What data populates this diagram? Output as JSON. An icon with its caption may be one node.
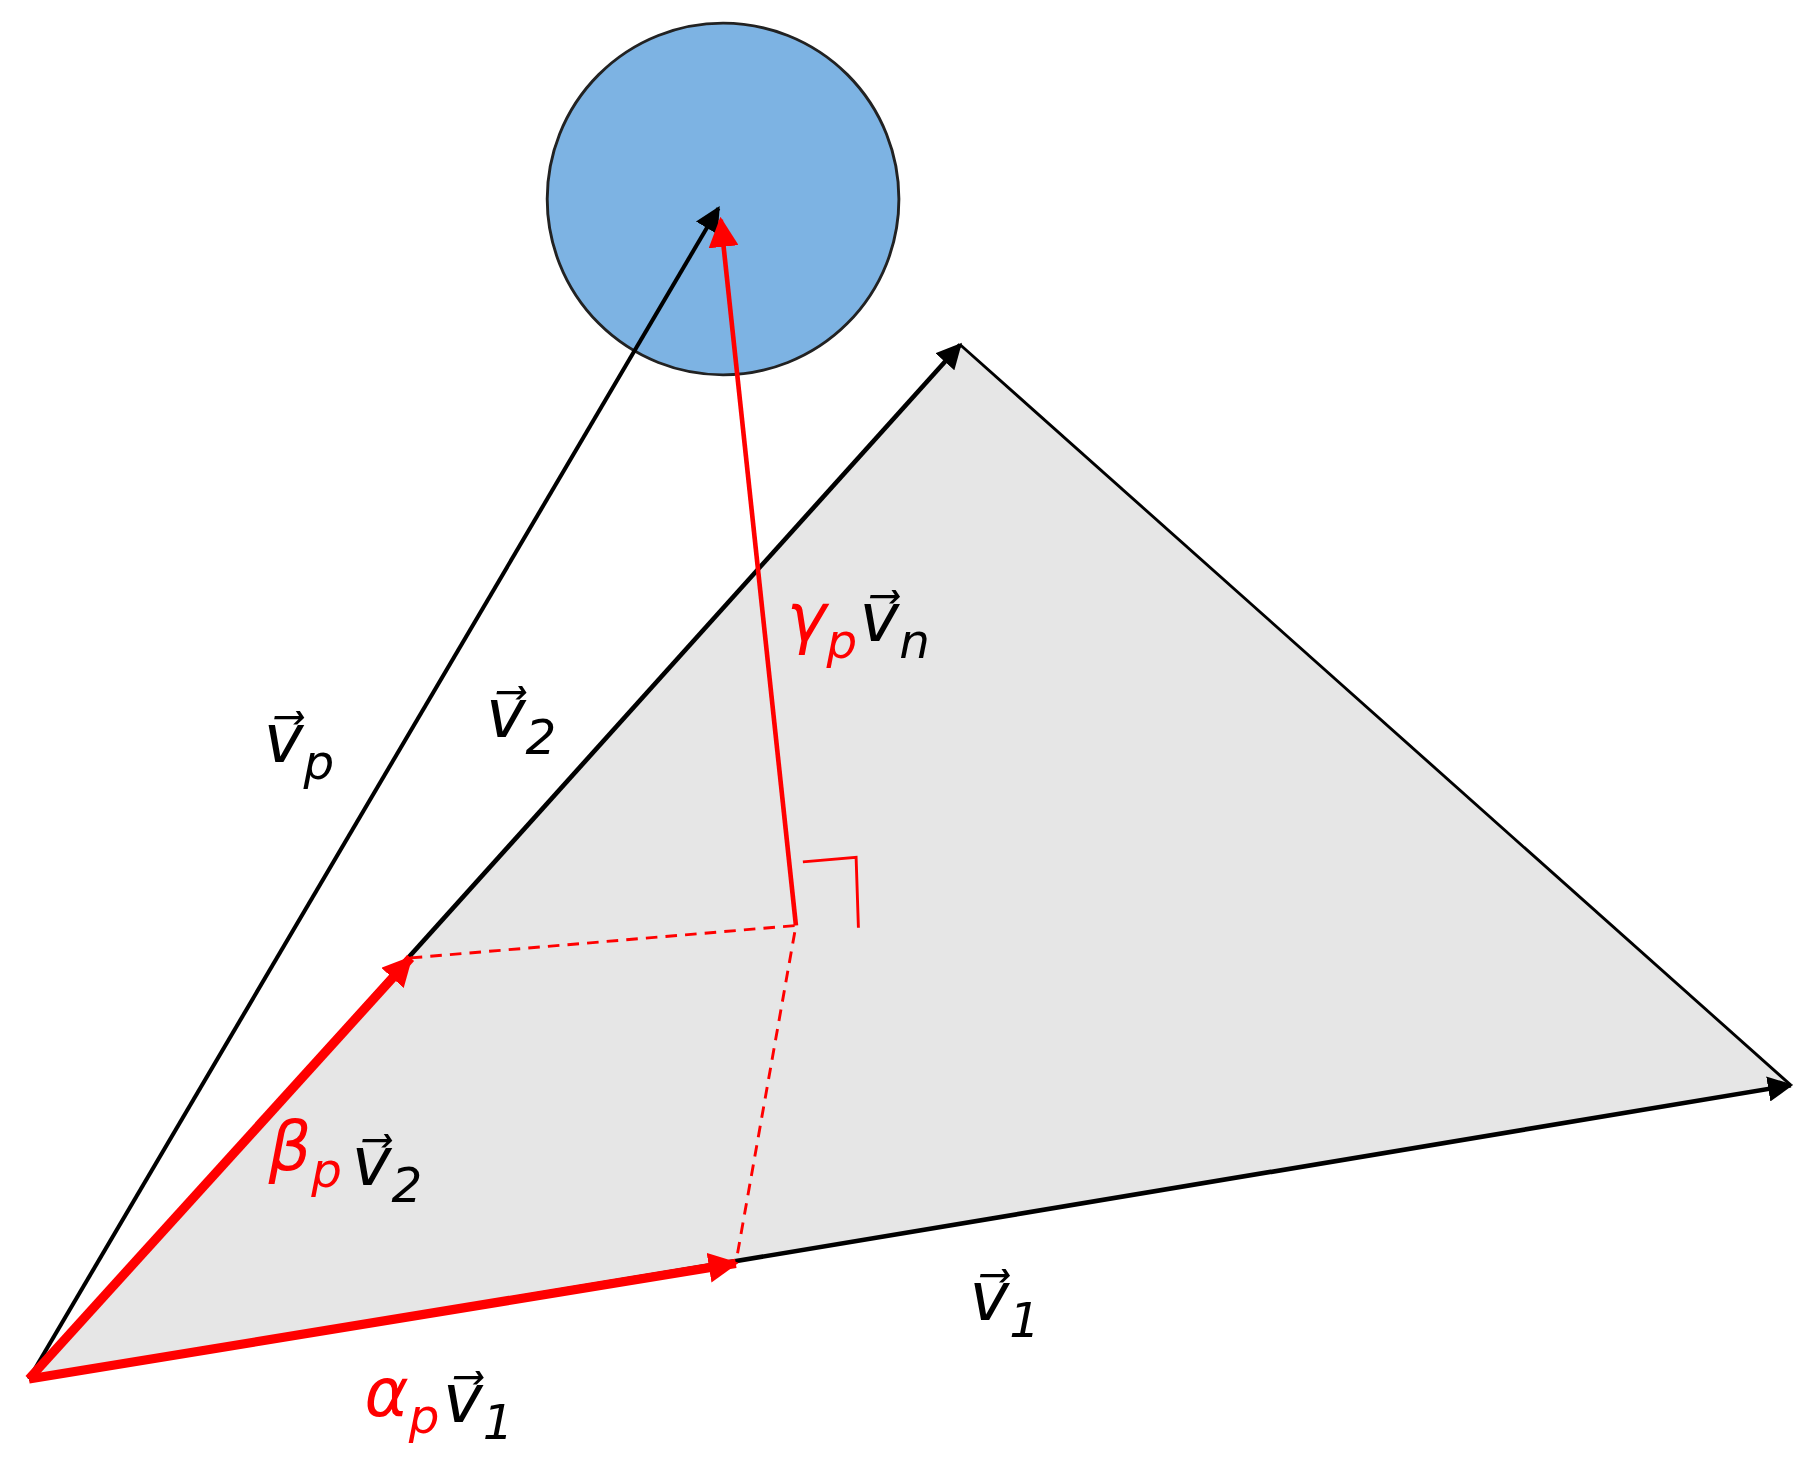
{
  "diagram": {
    "nodes": [
      {
        "text": [],
        "shape": "circle"
      }
    ],
    "labels": [
      "v⃗$_{p}$",
      "v⃗$_{2}$",
      "γ$_{p}$",
      "v⃗$_{n}$",
      "β$_{p}$",
      "v⃗$_{2}$",
      "v⃗$_{1}$",
      "α$_{p}$",
      "v⃗$_{1}$"
    ]
  }
}
